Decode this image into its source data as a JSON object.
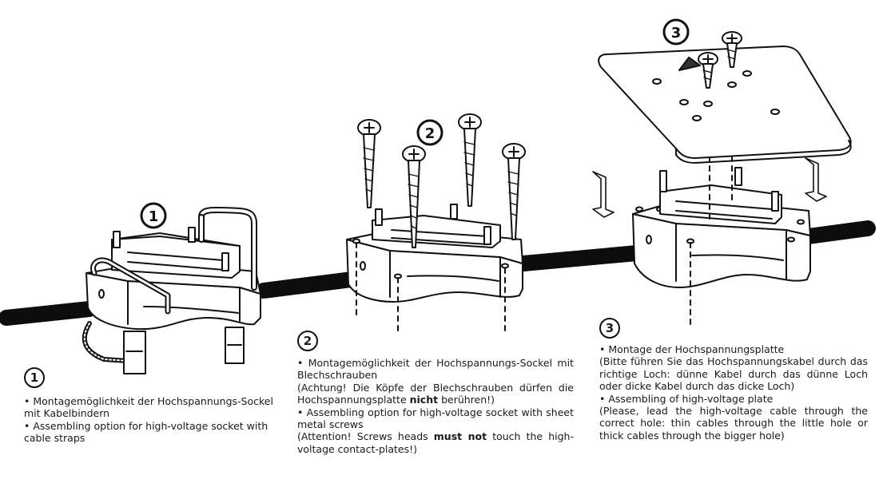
{
  "steps": [
    {
      "number": "1",
      "de_text": "• Montagemöglichkeit der Hochspannungs-Sockel mit Kabelbindern",
      "en_text": "• Assembling option for high-voltage socket with cable straps"
    },
    {
      "number": "2",
      "de_line1": "• Montagemöglichkeit der Hochspannungs-Sockel mit Blechschrauben",
      "de_note_pre": "(Achtung! Die Köpfe der Blechschrauben dürfen die Hochspannungsplatte ",
      "de_note_bold": "nicht",
      "de_note_post": " berühren!)",
      "en_line1": "• Assembling option for high-voltage socket with sheet metal screws",
      "en_note_pre": "(Attention! Screws heads ",
      "en_note_bold": "must not",
      "en_note_post": " touch the high-voltage contact-plates!)"
    },
    {
      "number": "3",
      "de_line1": "• Montage der Hochspannungsplatte",
      "de_note": "(Bitte führen Sie das Hochspannungskabel durch das richtige Loch: dünne Kabel durch das dünne Loch oder dicke Kabel durch das dicke Loch)",
      "en_line1": "• Assembling of high-voltage plate",
      "en_note": "(Please, lead the high-voltage cable through the correct hole: thin cables through the little hole or thick cables through the bigger hole)"
    }
  ],
  "diagram_markers": [
    "1",
    "2",
    "3"
  ],
  "colors": {
    "ink": "#111111",
    "cable": "#0d0d0d",
    "paper": "#ffffff"
  }
}
